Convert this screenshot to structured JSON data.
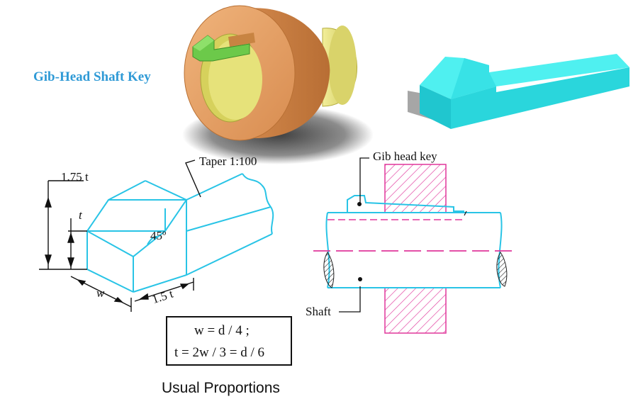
{
  "caption": "Gib-Head Shaft Key",
  "labels": {
    "taper": "Taper 1:100",
    "height_dim": "1.75 t",
    "t_dim": "t",
    "angle": "45º",
    "width_dim": "w",
    "length_dim": "1.5 t",
    "gib_head_key": "Gib head key",
    "shaft": "Shaft"
  },
  "formulas": {
    "line1": "w = d / 4 ;",
    "line2": "t   =  2w / 3 = d / 6"
  },
  "footer": "Usual Proportions",
  "colors": {
    "caption": "#2f9ad6",
    "key_outline": "#29c4e6",
    "key_solid": "#33dde0",
    "hub_orange": "#e4a064",
    "shaft_yellow": "#e6e27a",
    "key_green": "#6cc94a",
    "hatch": "#e0379b",
    "centerline": "#e0379b"
  }
}
